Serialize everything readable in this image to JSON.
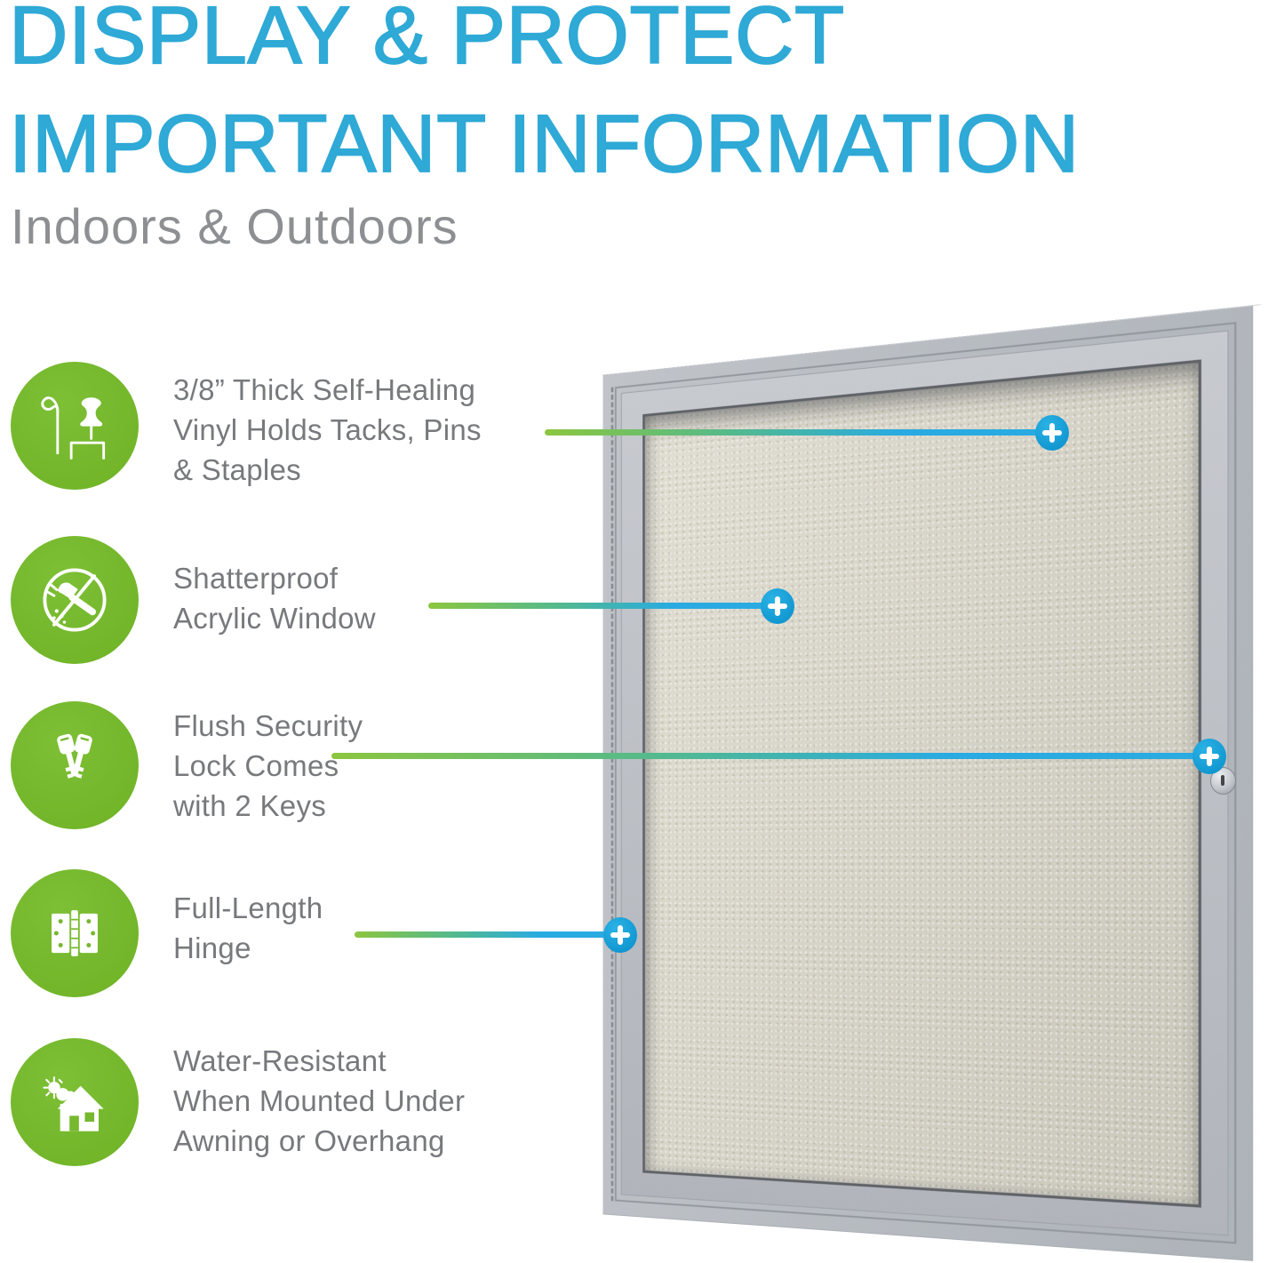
{
  "header": {
    "title_line1": "DISPLAY & PROTECT",
    "title_line2": "IMPORTANT INFORMATION",
    "subtitle": "Indoors & Outdoors"
  },
  "features": [
    {
      "icon": "tacks-pins-staples-icon",
      "lines": [
        "3/8” Thick Self-Healing",
        "Vinyl Holds Tacks, Pins",
        "& Staples"
      ]
    },
    {
      "icon": "shatterproof-hammer-icon",
      "lines": [
        "Shatterproof",
        "Acrylic Window"
      ]
    },
    {
      "icon": "security-lock-keys-icon",
      "lines": [
        "Flush Security",
        "Lock Comes",
        "with 2 Keys"
      ]
    },
    {
      "icon": "full-length-hinge-icon",
      "lines": [
        "Full-Length",
        "Hinge"
      ]
    },
    {
      "icon": "water-resistant-house-icon",
      "lines": [
        "Water-Resistant",
        "When Mounted Under",
        "Awning or Overhang"
      ]
    }
  ],
  "board": {
    "marker_symbol": "+",
    "callouts": [
      "vinyl-surface",
      "acrylic-window",
      "security-lock",
      "full-length-hinge"
    ]
  },
  "colors": {
    "title_cyan": "#2fa9d6",
    "accent_cyan": "#29abe2",
    "accent_green": "#76b82e",
    "text_gray": "#77797c",
    "frame_gray": "#b6bac0",
    "vinyl_beige": "#d8d4c6"
  }
}
